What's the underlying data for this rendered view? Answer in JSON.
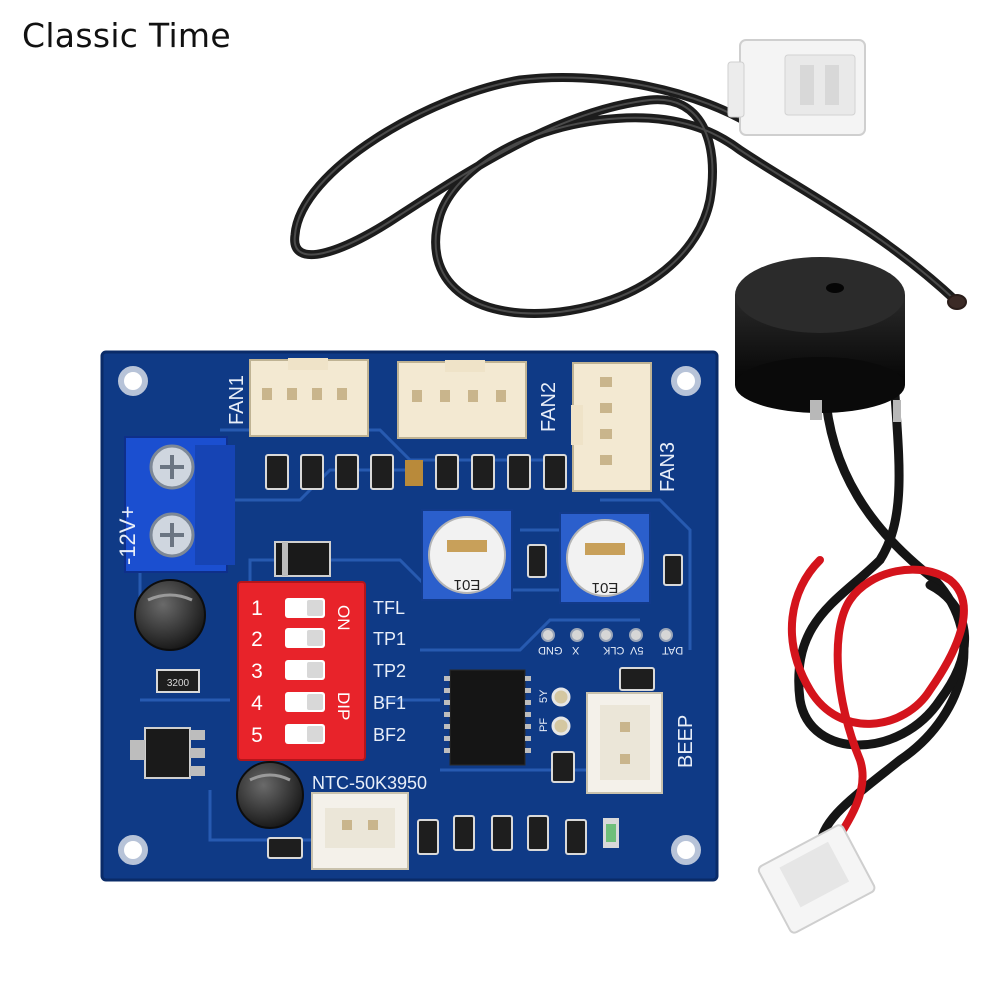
{
  "watermark": "Classic Time",
  "board": {
    "fan_labels": [
      "FAN1",
      "FAN2",
      "FAN3"
    ],
    "power_label": "-12V+",
    "dip_switch": {
      "numbers": [
        "1",
        "2",
        "3",
        "4",
        "5"
      ],
      "on_label": "ON",
      "dip_label": "DIP",
      "function_labels": [
        "TFL",
        "TP1",
        "TP2",
        "BF1",
        "BF2"
      ]
    },
    "pot_labels": [
      "E01",
      "E01"
    ],
    "sensor_label": "NTC-50K3950",
    "beep_label": "BEEP",
    "header_pins": [
      "GND",
      "X",
      "CLK",
      "5V",
      "DAT"
    ],
    "header_pins_side": [
      "5Y",
      "PF"
    ],
    "resistor_code": "3200"
  },
  "colors": {
    "pcb": "#0f3a86",
    "trace": "#2a5cb0",
    "silkscreen": "#e8eef8",
    "dip_body": "#e8232a",
    "terminal_block": "#1b4fd0",
    "connector": "#f3e9d2",
    "wire_black": "#1a1a1a",
    "wire_red": "#d4141c"
  }
}
